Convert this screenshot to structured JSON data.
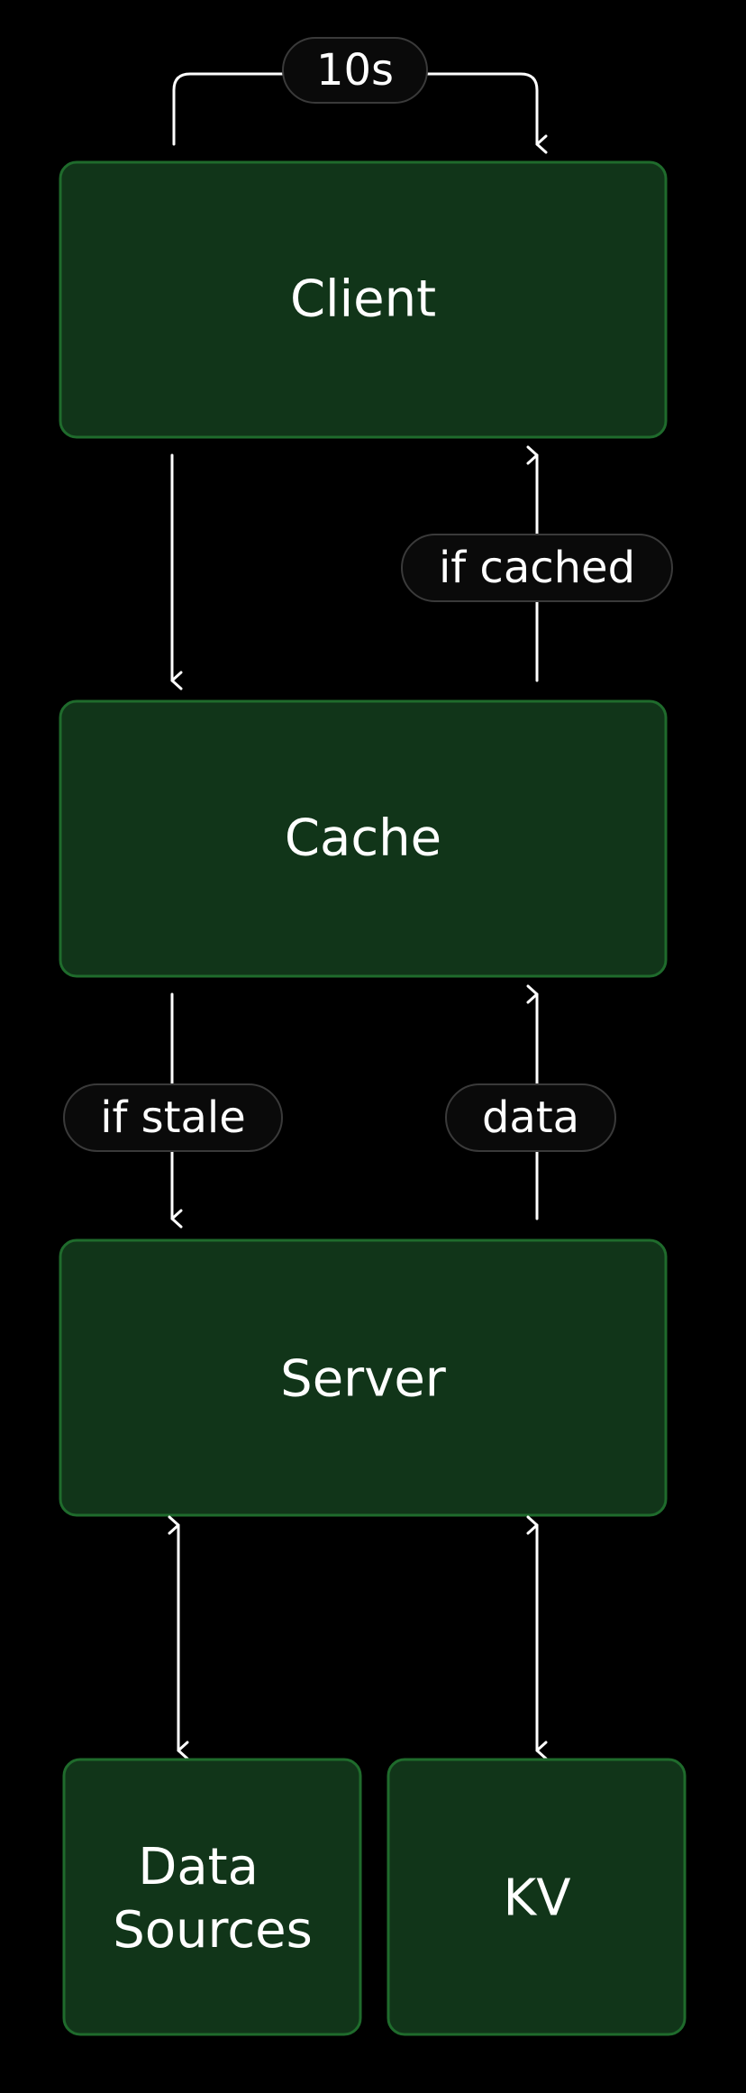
{
  "nodes": {
    "client": "Client",
    "cache": "Cache",
    "server": "Server",
    "data_sources": [
      "Data",
      "Sources"
    ],
    "kv": "KV"
  },
  "edge_labels": {
    "revalidate_interval": "10s",
    "if_cached": "if cached",
    "if_stale": "if stale",
    "data": "data"
  },
  "colors": {
    "background": "#000000",
    "node_fill": "#113519",
    "node_border": "#1f6b2c",
    "text": "#ffffff",
    "pill_fill": "#0a0a0a",
    "pill_border": "#3a3a3a"
  }
}
